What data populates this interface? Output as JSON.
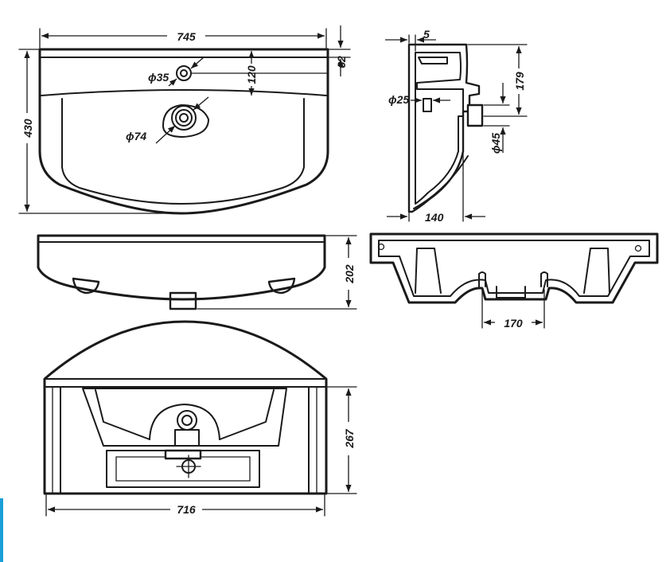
{
  "dimensions": {
    "width_top": "745",
    "height_top": "62",
    "hole_35": "ϕ35",
    "offset_120": "120",
    "depth_430": "430",
    "drain_74": "ϕ74",
    "side_5": "5",
    "side_179": "179",
    "pipe_25": "ϕ25",
    "pipe_45": "ϕ45",
    "side_140": "140",
    "front_202": "202",
    "mount_170": "170",
    "bottom_267": "267",
    "bottom_716": "716"
  },
  "colors": {
    "line": "#1a1a1a",
    "background": "#ffffff",
    "edge_accent": "#1a9fd8"
  }
}
